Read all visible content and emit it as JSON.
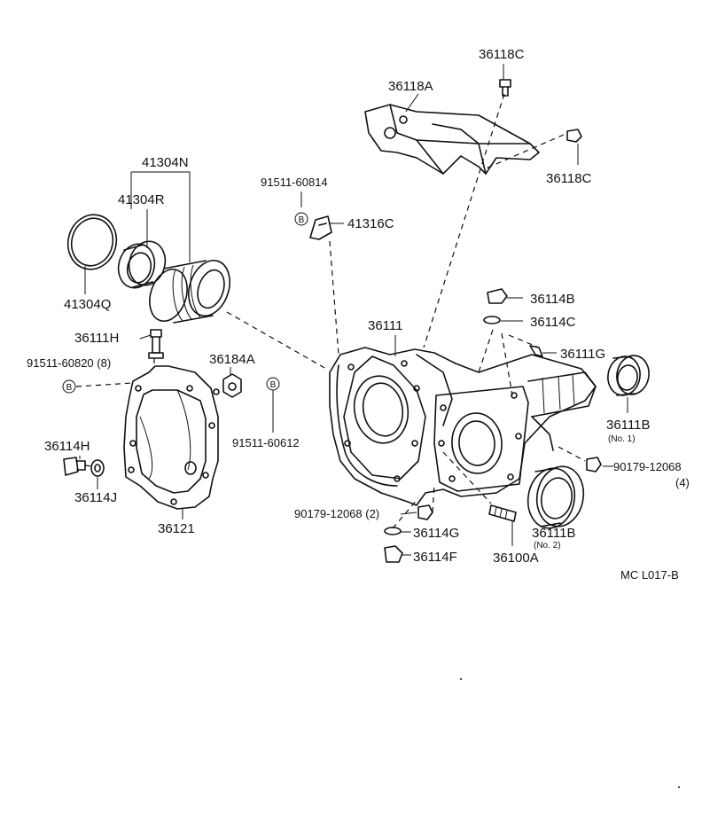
{
  "labels": {
    "p36118C_top": "36118C",
    "p36118A": "36118A",
    "p36118C_right": "36118C",
    "p41304N": "41304N",
    "p41304R": "41304R",
    "p91511_60814": "91511-60814",
    "p41316C": "41316C",
    "p41304Q": "41304Q",
    "p36114B": "36114B",
    "p36114C": "36114C",
    "p36111": "36111",
    "p36111H": "36111H",
    "p36111G": "36111G",
    "p91511_60820": "91511-60820 (8)",
    "p36184A": "36184A",
    "p36111B_no1": "36111B",
    "p36111B_no1_sub": "(No. 1)",
    "p36114H": "36114H",
    "p91511_60612": "91511-60612",
    "p90179_12068_right": "90179-12068",
    "p90179_12068_right_qty": "(4)",
    "p36114J": "36114J",
    "p36121": "36121",
    "p90179_12068_left": "90179-12068 (2)",
    "p36114G": "36114G",
    "p36111B_no2": "36111B",
    "p36111B_no2_sub": "(No. 2)",
    "p36114F": "36114F",
    "p36100A": "36100A",
    "diagram_code": "MC L017-B"
  },
  "markers": {
    "b": "B"
  }
}
